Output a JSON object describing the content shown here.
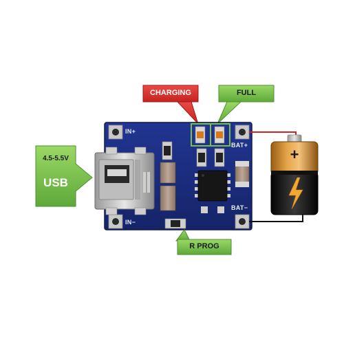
{
  "callouts": {
    "charging": "CHARGING",
    "full": "FULL",
    "voltage": "4.5-5.5V",
    "usb": "USB",
    "rprog": "R PROG"
  },
  "board": {
    "in_plus": "IN+",
    "in_minus": "IN−",
    "bat_plus": "BAT+",
    "bat_minus": "BAT−"
  },
  "battery": {
    "plus_symbol": "+"
  },
  "colors": {
    "pcb": "#1b2c7a",
    "callout_red": "#d9302b",
    "callout_green": "#7cc24a",
    "battery_gold": "#d08a2a",
    "battery_black": "#1a1a1a"
  }
}
